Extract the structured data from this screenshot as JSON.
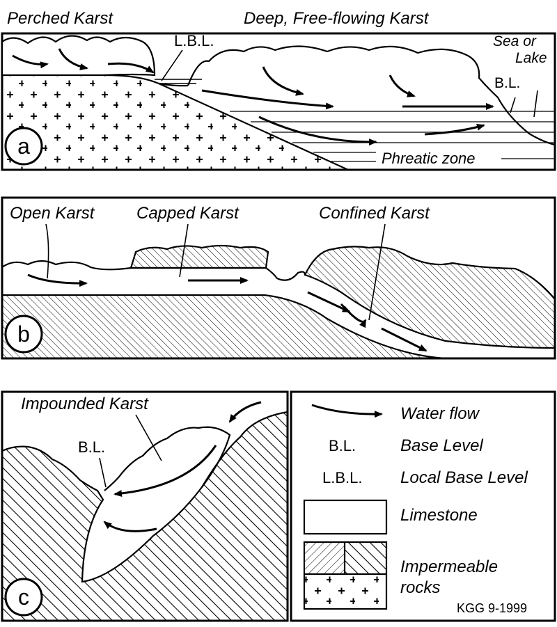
{
  "panel_a": {
    "label": "a",
    "perched": "Perched Karst",
    "deep": "Deep, Free-flowing Karst",
    "lbl": "L.B.L.",
    "sea_line1": "Sea or",
    "sea_line2": "Lake",
    "bl": "B.L.",
    "phreatic": "Phreatic zone"
  },
  "panel_b": {
    "label": "b",
    "open": "Open Karst",
    "capped": "Capped Karst",
    "confined": "Confined Karst"
  },
  "panel_c": {
    "label": "c",
    "impounded": "Impounded Karst",
    "bl": "B.L."
  },
  "legend": {
    "water_flow": "Water flow",
    "bl_abbr": "B.L.",
    "bl_text": "Base Level",
    "lbl_abbr": "L.B.L.",
    "lbl_text": "Local Base Level",
    "limestone": "Limestone",
    "impermeable_line1": "Impermeable",
    "impermeable_line2": "rocks"
  },
  "credit": "KGG 9-1999"
}
